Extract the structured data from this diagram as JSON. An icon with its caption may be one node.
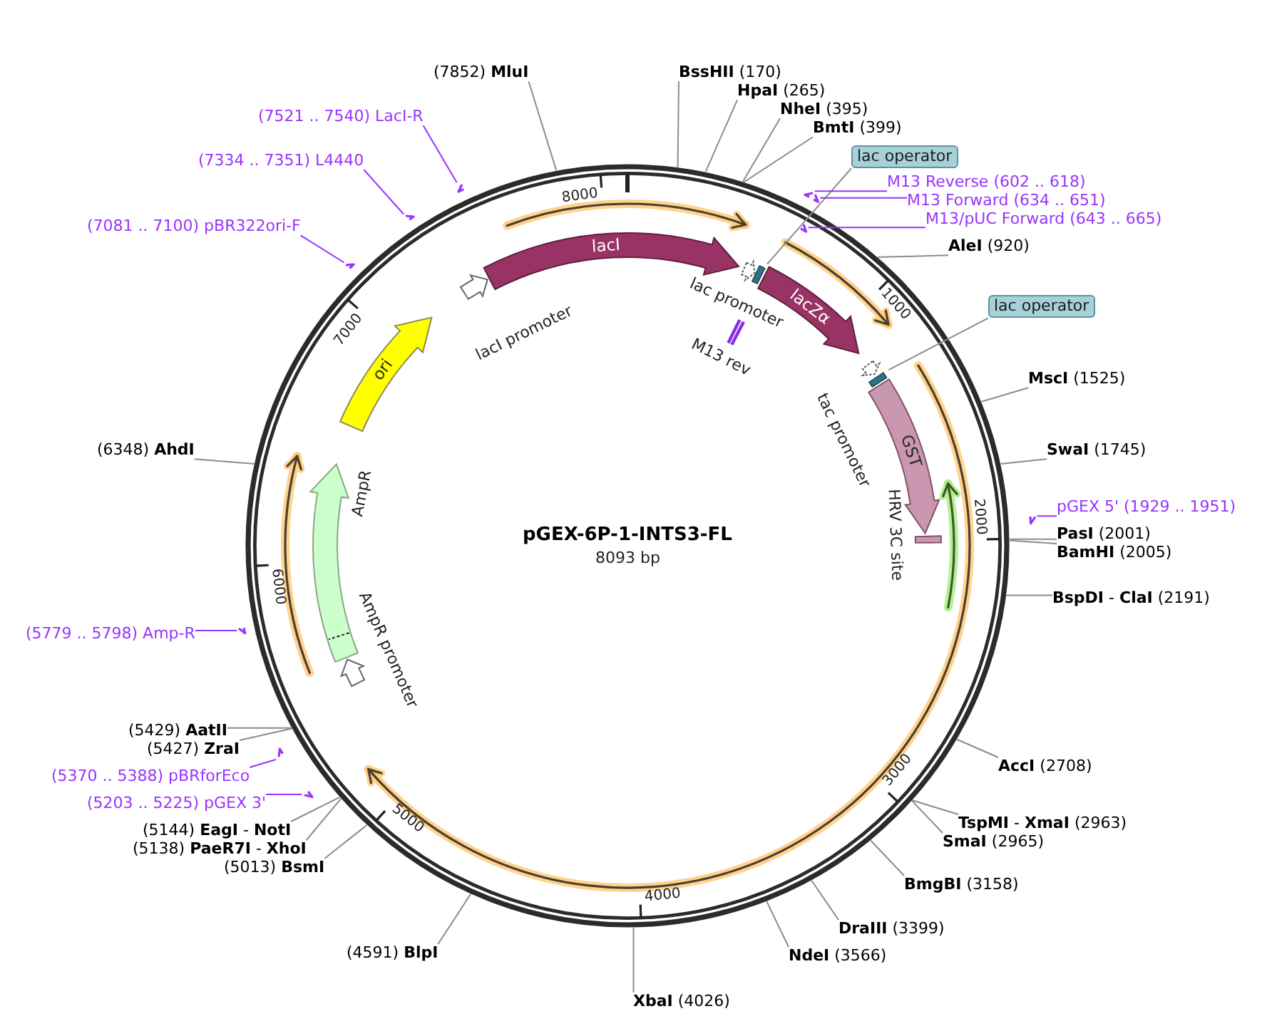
{
  "diagram": {
    "title": "pGEX-6P-1-INTS3-FL",
    "nodes": [
      {
        "text": [
          "(7852) **MluI**"
        ]
      },
      {
        "text": [
          "**BssHII** (170)"
        ]
      },
      {
        "text": [
          "**HpaI** (265)"
        ]
      },
      {
        "text": [
          "**NheI** (395)"
        ]
      },
      {
        "text": [
          "(7521 .. 7540) LacI-R"
        ]
      },
      {
        "text": [],
        "shape": "arrow"
      },
      {
        "text": [
          "**BmtI** (399)"
        ]
      },
      {
        "text": [
          "lac operator"
        ]
      },
      {
        "text": [
          "(7334 .. 7351) L4440"
        ]
      },
      {
        "text": [],
        "shape": "arrow"
      },
      {
        "text": [
          "M13 Reverse (602 .. 618)"
        ]
      },
      {
        "text": [],
        "shape": "arrow"
      },
      {
        "text": [
          "M13 Forward (634 .. 651)"
        ]
      },
      {
        "text": [],
        "shape": "arrow"
      },
      {
        "text": [
          "M13/pUC Forward (643 .. 665)"
        ]
      },
      {
        "text": [],
        "shape": "arrow"
      },
      {
        "text": [
          "(7081 .. 7100) pBR322ori-F"
        ]
      },
      {
        "text": [],
        "shape": "arrow"
      },
      {
        "text": [
          "lacI"
        ]
      },
      {
        "text": [
          "**AleI** (920)"
        ]
      },
      {
        "text": [],
        "shape": "box"
      },
      {
        "text": [
          "lac promoter"
        ]
      },
      {
        "text": [
          "lacI promoter"
        ]
      },
      {
        "text": [
          "lac operator"
        ]
      },
      {
        "text": [
          "lacZα"
        ]
      },
      {
        "text": [
          "M13 rev"
        ]
      },
      {
        "text": [
          "ori"
        ]
      },
      {
        "text": [
          "**MscI** (1525)"
        ]
      },
      {
        "text": [],
        "shape": "box"
      },
      {
        "text": [
          "tac promoter"
        ]
      },
      {
        "text": [
          "GST"
        ]
      },
      {
        "text": [
          "**SwaI** (1745)"
        ]
      },
      {
        "text": [
          "(6348) **AhdI**"
        ]
      },
      {
        "text": [
          "pGEX 5' (1929 .. 1951)"
        ]
      },
      {
        "text": [],
        "shape": "arrow"
      },
      {
        "text": [
          "**PasI** (2001)"
        ]
      },
      {
        "text": [
          "HRV 3C site"
        ]
      },
      {
        "text": [
          "**BamHI** (2005)"
        ]
      },
      {
        "text": [
          "AmpR"
        ]
      },
      {
        "text": [
          "**BspDI** - **ClaI** (2191)"
        ]
      },
      {
        "text": [
          "(5779 .. 5798) Amp-R"
        ]
      },
      {
        "text": [],
        "shape": "arrow"
      },
      {
        "text": [
          "AmpR promoter"
        ]
      },
      {
        "text": [
          "(5429) **AatII**"
        ]
      },
      {
        "text": [
          "(5427) **ZraI**"
        ]
      },
      {
        "text": [
          "**AccI** (2708)"
        ]
      },
      {
        "text": [
          "(5370 .. 5388) pBRforEco"
        ]
      },
      {
        "text": [],
        "shape": "arrow"
      },
      {
        "text": [
          "(5203 .. 5225) pGEX 3'"
        ]
      },
      {
        "text": [],
        "shape": "arrow"
      },
      {
        "text": [
          "**TspMI** - **XmaI** (2963)"
        ]
      },
      {
        "text": [
          "(5144) **EagI** - **NotI**"
        ]
      },
      {
        "text": [
          "**SmaI** (2965)"
        ]
      },
      {
        "text": [
          "(5138) **PaeR7I** - **XhoI**"
        ]
      },
      {
        "text": [
          "(5013) **BsmI**"
        ]
      },
      {
        "text": [
          "**BmgBI** (3158)"
        ]
      },
      {
        "text": [
          "**DraIII** (3399)"
        ]
      },
      {
        "text": [
          "(4591) **BlpI**"
        ]
      },
      {
        "text": [
          "**NdeI** (3566)"
        ]
      },
      {
        "text": [
          "**XbaI** (4026)"
        ]
      }
    ],
    "edges": [
      {
        "from": 0,
        "to": null,
        "arrow": "none"
      },
      {
        "from": 1,
        "to": null,
        "arrow": "none"
      },
      {
        "from": 2,
        "to": null,
        "arrow": "none"
      },
      {
        "from": 3,
        "to": null,
        "arrow": "none"
      },
      {
        "from": 4,
        "to": 5,
        "arrow": "none",
        "color": "#9933ff"
      },
      {
        "from": 6,
        "to": null,
        "arrow": "none"
      },
      {
        "from": 7,
        "to": 20,
        "arrow": "none"
      },
      {
        "from": 8,
        "to": 9,
        "arrow": "none",
        "color": "#9933ff"
      },
      {
        "from": 10,
        "to": 11,
        "arrow": "none",
        "color": "#9933ff"
      },
      {
        "from": 12,
        "to": 13,
        "arrow": "none",
        "color": "#9933ff"
      },
      {
        "from": 14,
        "to": 15,
        "arrow": "none",
        "color": "#9933ff"
      },
      {
        "from": 16,
        "to": 17,
        "arrow": "none",
        "color": "#9933ff"
      },
      {
        "from": 19,
        "to": null,
        "arrow": "none"
      },
      {
        "from": 23,
        "to": 28,
        "arrow": "none"
      },
      {
        "from": 27,
        "to": null,
        "arrow": "none"
      },
      {
        "from": 31,
        "to": null,
        "arrow": "none"
      },
      {
        "from": 32,
        "to": null,
        "arrow": "none"
      },
      {
        "from": 33,
        "to": 34,
        "arrow": "none",
        "color": "#9933ff"
      },
      {
        "from": 35,
        "to": null,
        "arrow": "none"
      },
      {
        "from": 37,
        "to": null,
        "arrow": "none"
      },
      {
        "from": 39,
        "to": null,
        "arrow": "none"
      },
      {
        "from": 40,
        "to": 41,
        "arrow": "none",
        "color": "#9933ff"
      },
      {
        "from": 43,
        "to": null,
        "arrow": "none"
      },
      {
        "from": 44,
        "to": null,
        "arrow": "none"
      },
      {
        "from": 45,
        "to": null,
        "arrow": "none"
      },
      {
        "from": 46,
        "to": 47,
        "arrow": "none",
        "color": "#9933ff"
      },
      {
        "from": 48,
        "to": 49,
        "arrow": "none",
        "color": "#9933ff"
      },
      {
        "from": 50,
        "to": null,
        "arrow": "none"
      },
      {
        "from": 51,
        "to": null,
        "arrow": "none"
      },
      {
        "from": 52,
        "to": null,
        "arrow": "none"
      },
      {
        "from": 53,
        "to": null,
        "arrow": "none"
      },
      {
        "from": 54,
        "to": null,
        "arrow": "none"
      },
      {
        "from": 55,
        "to": null,
        "arrow": "none"
      },
      {
        "from": 56,
        "to": null,
        "arrow": "none"
      },
      {
        "from": 57,
        "to": null,
        "arrow": "none"
      },
      {
        "from": 58,
        "to": null,
        "arrow": "none"
      },
      {
        "from": 59,
        "to": null,
        "arrow": "none"
      }
    ],
    "labels": [
      "8000",
      "1000",
      "7000",
      "2000",
      "8093 bp",
      "6000",
      "3000",
      "5000",
      "4000"
    ]
  }
}
